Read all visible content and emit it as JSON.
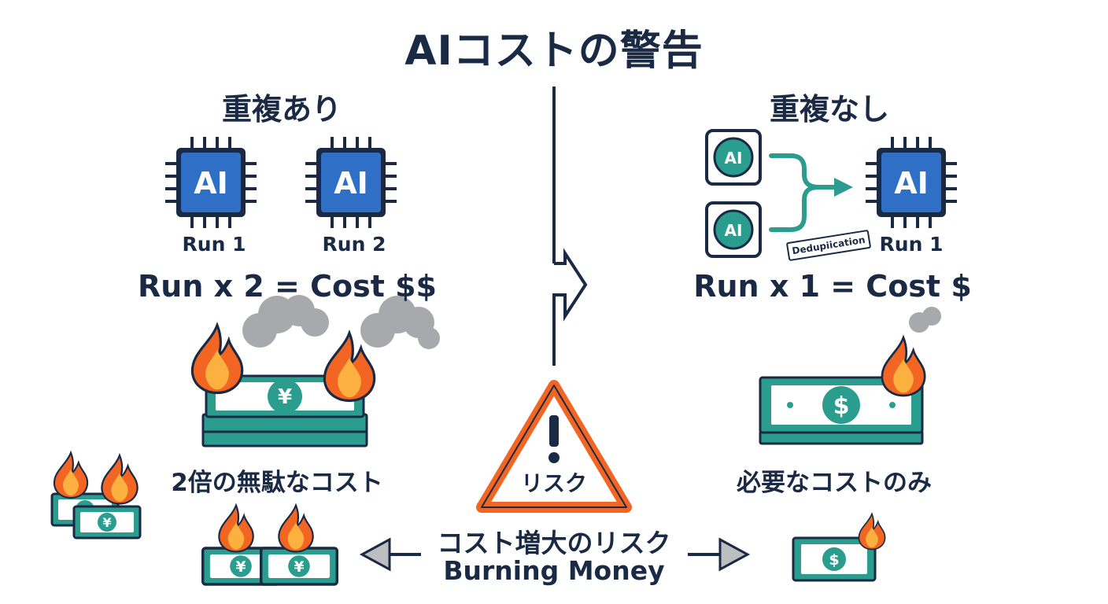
{
  "title": "AIコストの警告",
  "left": {
    "heading": "重複あり",
    "chips": [
      {
        "label": "AI",
        "run": "Run 1"
      },
      {
        "label": "AI",
        "run": "Run 2"
      }
    ],
    "formula": "Run x 2 = Cost $$",
    "money_symbol": "¥",
    "caption": "2倍の無駄なコスト"
  },
  "right": {
    "heading": "重複なし",
    "sources": [
      {
        "label": "AI"
      },
      {
        "label": "AI"
      }
    ],
    "stamp": "Dedupiication",
    "chip": {
      "label": "AI",
      "run": "Run 1"
    },
    "formula": "Run x 1 = Cost $",
    "money_symbol": "$",
    "caption": "必要なコストのみ"
  },
  "warning": {
    "label": "リスク",
    "line1": "コスト増大のリスク",
    "line2": "Burning Money"
  },
  "colors": {
    "navy": "#1a2a44",
    "chip_blue": "#2f6fc6",
    "teal": "#2a9d8f",
    "money_green": "#2a9d8f",
    "flame_outer": "#f26522",
    "flame_inner": "#fbb040",
    "smoke": "#a7a9ac",
    "warning_orange": "#f26522"
  }
}
